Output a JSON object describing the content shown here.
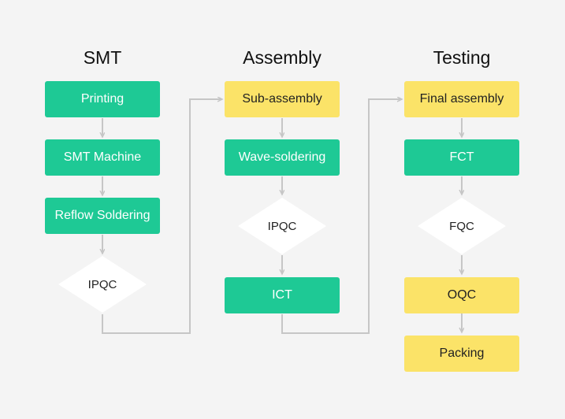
{
  "columns": [
    {
      "title": "SMT",
      "steps": [
        "Printing",
        "SMT Machine",
        "Reflow Soldering"
      ],
      "decision": "IPQC"
    },
    {
      "title": "Assembly",
      "steps": [
        "Sub-assembly",
        "Wave-soldering"
      ],
      "decision": "IPQC",
      "after_decision": "ICT"
    },
    {
      "title": "Testing",
      "steps": [
        "Final assembly",
        "FCT"
      ],
      "decision": "FQC",
      "after_decision": [
        "OQC",
        "Packing"
      ]
    }
  ],
  "colors": {
    "background": "#f4f4f4",
    "green": "#1ec995",
    "yellow": "#fbe368",
    "connector": "#c6c6c6",
    "diamond": "#ffffff"
  }
}
